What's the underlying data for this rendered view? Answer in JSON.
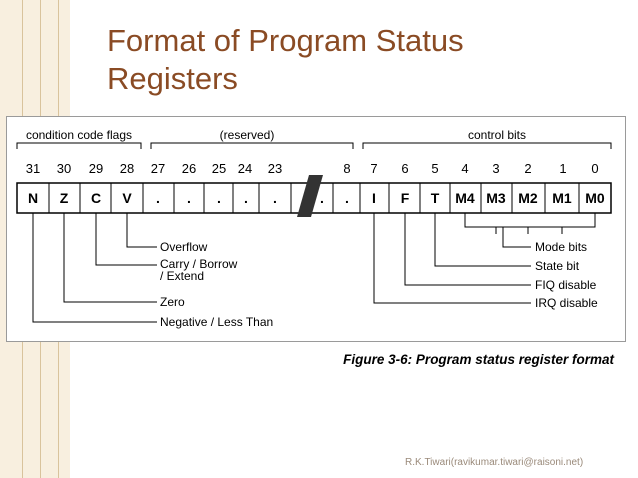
{
  "slide": {
    "title_line1": "Format of Program Status",
    "title_line2": "Registers",
    "footer": "R.K.Tiwari(ravikumar.tiwari@raisoni.net)"
  },
  "diagram": {
    "groups": [
      {
        "label": "condition code flags"
      },
      {
        "label": "(reserved)"
      },
      {
        "label": "control bits"
      }
    ],
    "bit_numbers": [
      "31",
      "30",
      "29",
      "28",
      "27",
      "26",
      "25",
      "24",
      "23",
      "8",
      "7",
      "6",
      "5",
      "4",
      "3",
      "2",
      "1",
      "0"
    ],
    "cells": [
      "N",
      "Z",
      "C",
      "V",
      ".",
      ".",
      ".",
      ".",
      ".",
      ".",
      ".",
      "I",
      "F",
      "T",
      "M4",
      "M3",
      "M2",
      "M1",
      "M0"
    ],
    "flag_labels": [
      "Overflow",
      "Carry / Borrow",
      "/ Extend",
      "Zero",
      "Negative / Less Than"
    ],
    "control_labels": [
      "Mode bits",
      "State bit",
      "FIQ disable",
      "IRQ disable"
    ],
    "caption": "Figure 3-6: Program status register format"
  }
}
